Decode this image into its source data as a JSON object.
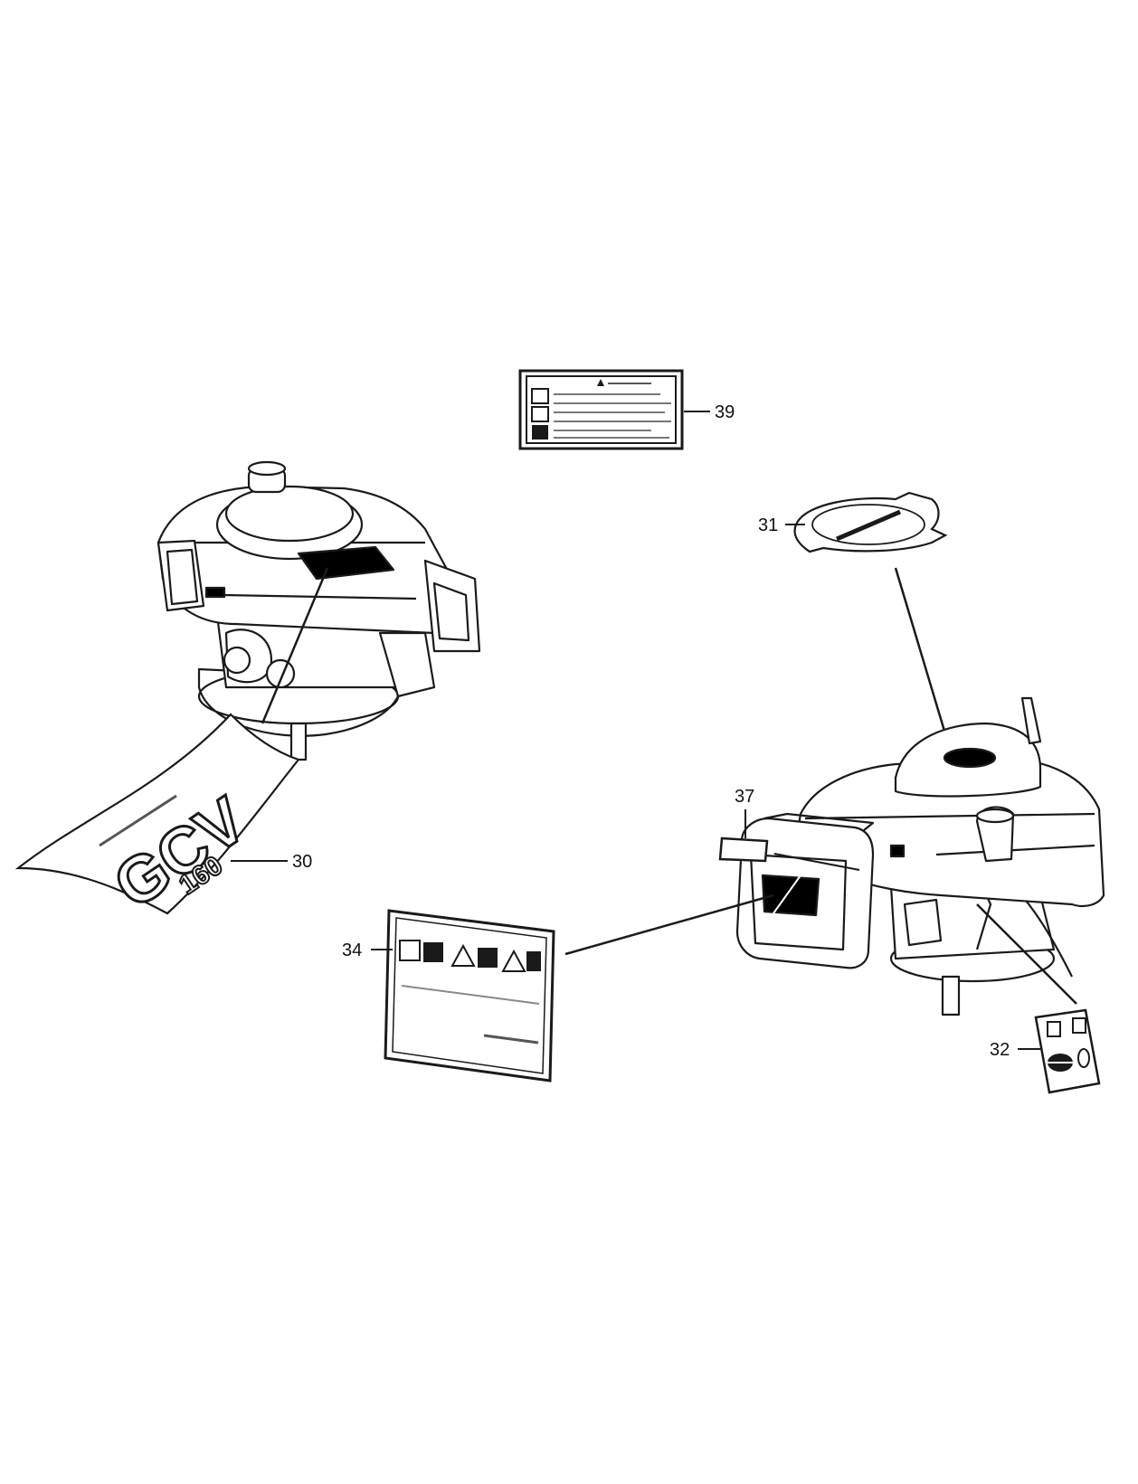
{
  "diagram": {
    "callouts": [
      {
        "id": "30",
        "label": "30"
      },
      {
        "id": "31",
        "label": "31"
      },
      {
        "id": "32",
        "label": "32"
      },
      {
        "id": "34",
        "label": "34"
      },
      {
        "id": "37",
        "label": "37"
      },
      {
        "id": "39",
        "label": "39"
      }
    ],
    "decal_30": {
      "text_main": "GCV",
      "text_sub": "160"
    }
  },
  "colors": {
    "line": "#1a1a1a",
    "background": "#ffffff",
    "fill_dark": "#000000"
  }
}
